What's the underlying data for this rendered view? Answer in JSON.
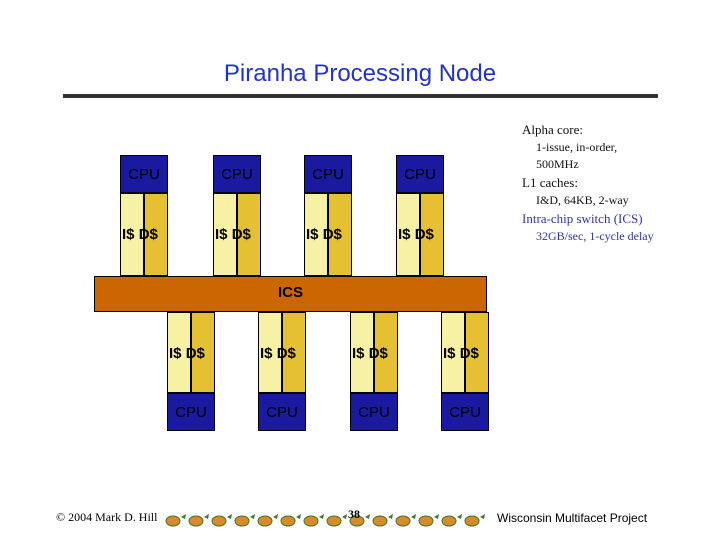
{
  "slide": {
    "title": "Piranha Processing Node"
  },
  "notes": {
    "alpha_core": "Alpha core:",
    "alpha_core_detail_1": "1-issue, in-order,",
    "alpha_core_detail_2": "500MHz",
    "l1_caches": "L1 caches:",
    "l1_caches_detail": "I&D, 64KB, 2-way",
    "intra_chip_switch": "Intra-chip switch (ICS)",
    "ics_detail": "32GB/sec, 1-cycle delay"
  },
  "diagram": {
    "cpu_label": "CPU",
    "icache_label": "I$",
    "dcache_label": "D$",
    "switch_label": "ICS",
    "colors": {
      "cpu": "#1a1aa0",
      "icache": "#f7f1a6",
      "dcache": "#e6c033",
      "switch": "#cc6600",
      "title": "#2233cc"
    }
  },
  "footer": {
    "copyright": "© 2004 Mark D. Hill",
    "page_number": "38",
    "project": "Wisconsin Multifacet Project"
  }
}
